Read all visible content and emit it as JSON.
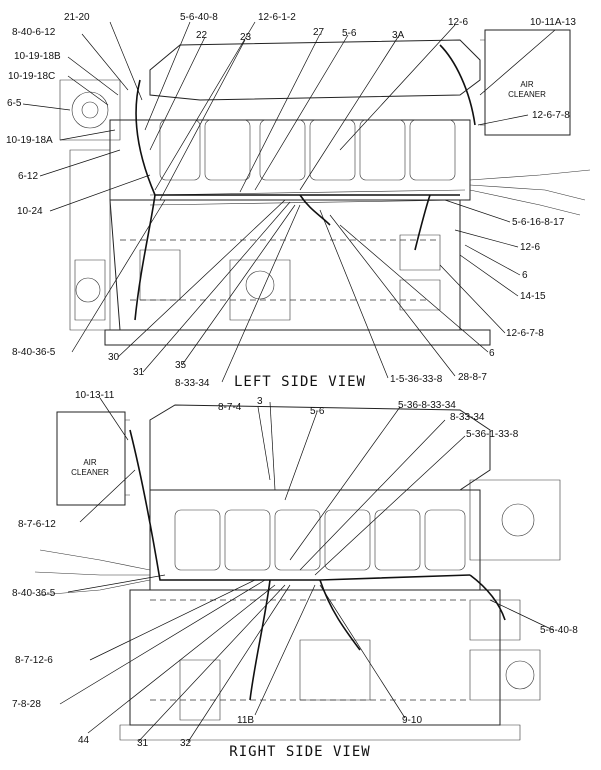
{
  "left_view": {
    "title": "LEFT SIDE VIEW",
    "air_cleaner": [
      "AIR",
      "CLEANER"
    ],
    "callouts": [
      "21-20",
      "8-40-6-12",
      "10-19-18B",
      "10-19-18C",
      "6-5",
      "10-19-18A",
      "6-12",
      "10-24",
      "5-6-40-8",
      "22",
      "12-6-1-2",
      "23",
      "27",
      "5-6",
      "3A",
      "12-6",
      "10-11A-13",
      "12-6-7-8",
      "5-6-16-8-17",
      "12-6",
      "6",
      "14-15",
      "12-6-7-8",
      "6",
      "28-8-7",
      "1-5-36-33-8",
      "8-33-34",
      "35",
      "31",
      "30",
      "8-40-36-5"
    ]
  },
  "right_view": {
    "title": "RIGHT SIDE VIEW",
    "air_cleaner": [
      "AIR",
      "CLEANER"
    ],
    "callouts": [
      "10-13-11",
      "8-7-4",
      "3",
      "5-6",
      "5-36-8-33-34",
      "8-33-34",
      "5-36-1-33-8",
      "8-7-6-12",
      "8-40-36-5",
      "8-7-12-6",
      "7-8-28",
      "44",
      "31",
      "32",
      "11B",
      "9-10",
      "5-6-40-8"
    ]
  }
}
